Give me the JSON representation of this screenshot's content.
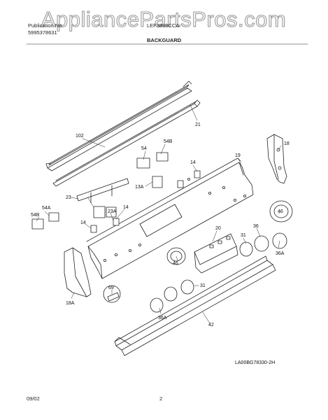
{
  "watermark": "AppliancePartsPros.com",
  "header": {
    "publication_label": "Publication No.",
    "publication_no": "5995378631",
    "model": "LEF3889CCA",
    "section": "BACKGUARD"
  },
  "part_labels": [
    "102",
    "21",
    "54B",
    "54",
    "14",
    "19",
    "18",
    "13A",
    "23",
    "23A",
    "14",
    "54A",
    "54B",
    "14",
    "20",
    "36",
    "46",
    "31",
    "36A",
    "46",
    "31",
    "18A",
    "69",
    "36A",
    "42"
  ],
  "diagram_code": "LA00BG78330-2H",
  "footer": {
    "date": "09/02",
    "page": "2"
  }
}
